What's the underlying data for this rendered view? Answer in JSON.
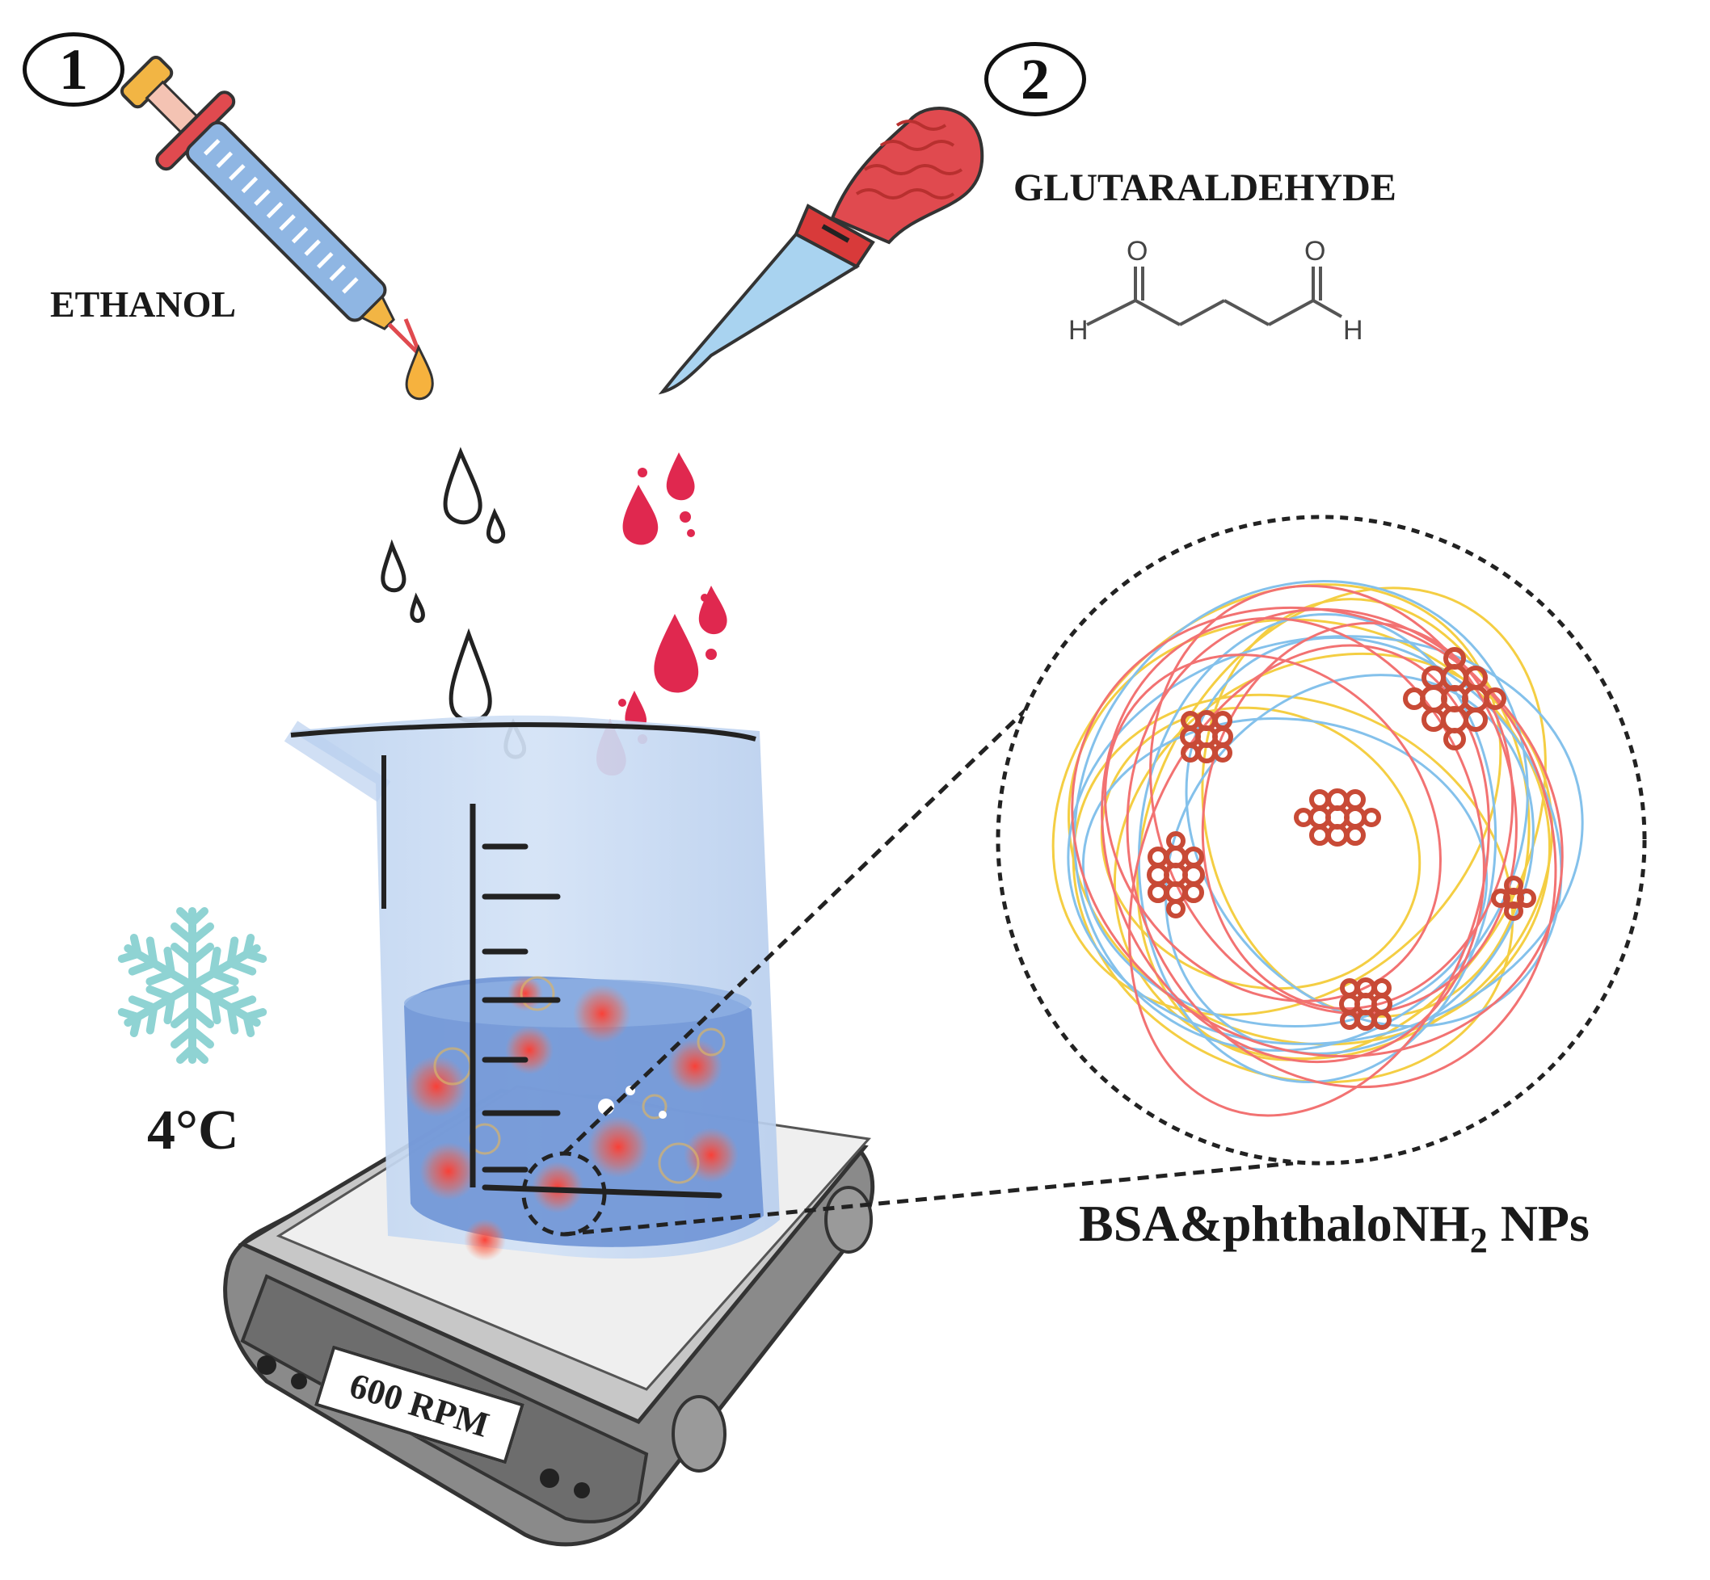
{
  "steps": {
    "step1": "1",
    "step2": "2"
  },
  "labels": {
    "ethanol": "ETHANOL",
    "glutaraldehyde": "GLUTARALDEHYDE",
    "temperature": "4°C",
    "stirring_speed": "600 RPM",
    "nanoparticles_main": "BSA&phthaloNH",
    "nanoparticles_sub": "2",
    "nanoparticles_tail": " NPs"
  },
  "structure": {
    "atom_O_left": "O",
    "atom_O_right": "O",
    "atom_H_left": "H",
    "atom_H_right": "H"
  },
  "colors": {
    "syringe_blue": "#8fb6e3",
    "pipette_red": "#e04a4f",
    "drop_red": "#e0284f",
    "beaker_blue": "#c9dbf2",
    "liquid_blue": "#6f95d6",
    "snowflake": "#8fd3d3",
    "stirrer_gray": "#8a8a8a",
    "fiber_red": "#f05a5a",
    "fiber_yellow": "#f3c623",
    "fiber_blue": "#6fb7e8",
    "cluster_red": "#c84a36"
  },
  "icons": [
    "syringe-icon",
    "pipette-icon",
    "snowflake-icon",
    "beaker-icon",
    "magnetic-stirrer-icon",
    "nanoparticle-zoom-icon"
  ]
}
